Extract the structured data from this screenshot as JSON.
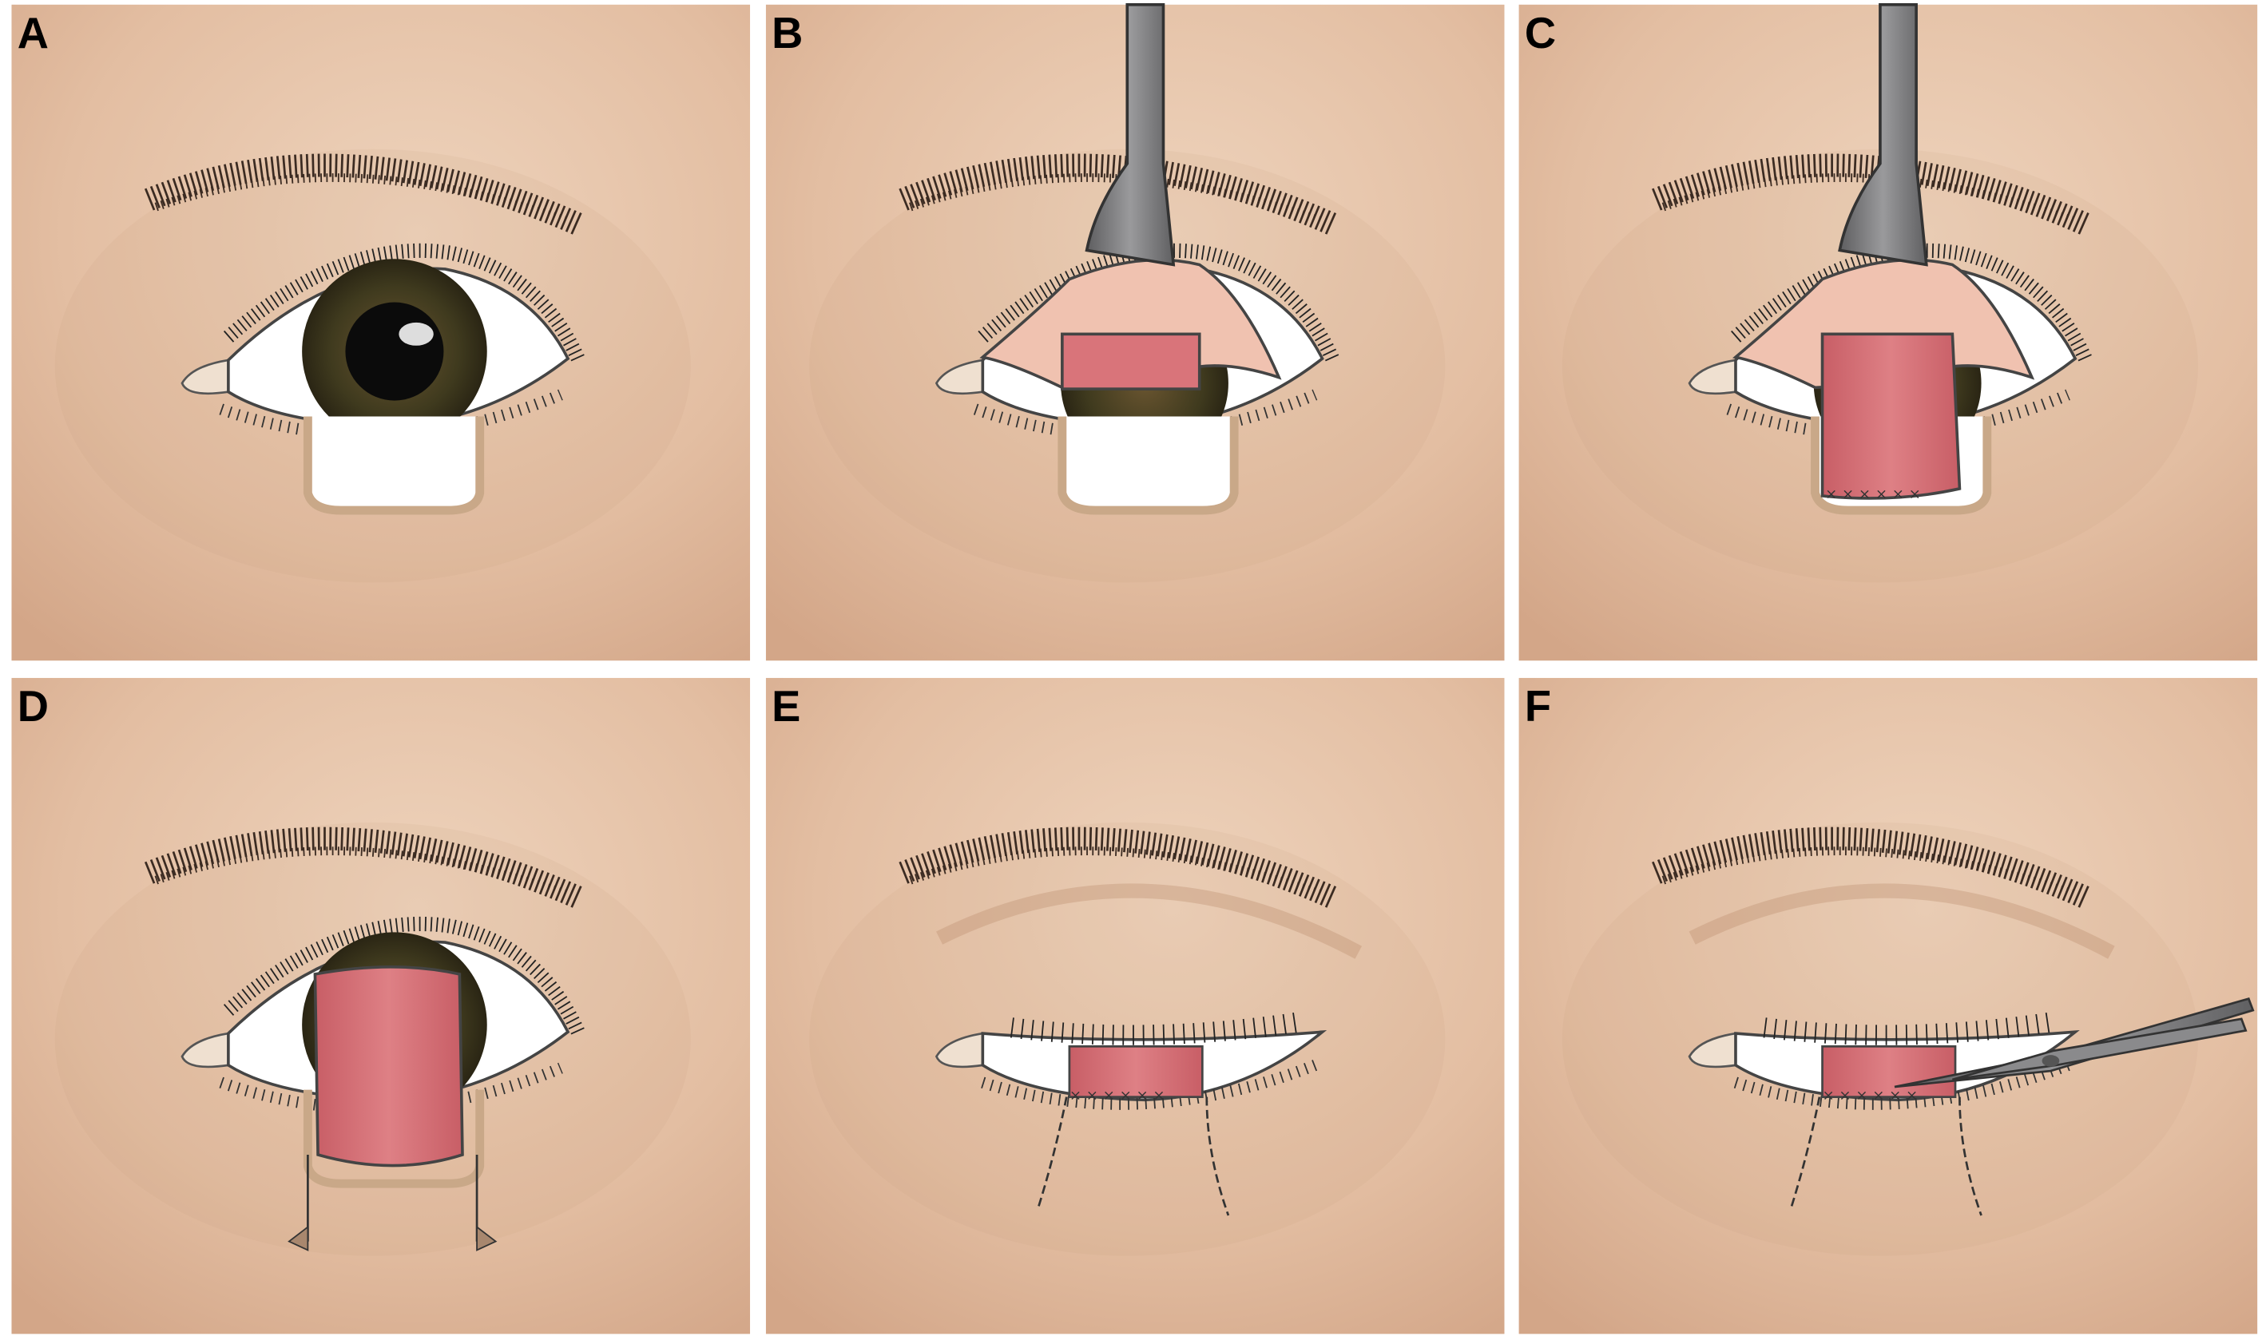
{
  "figure": {
    "panels": [
      {
        "label": "A"
      },
      {
        "label": "B"
      },
      {
        "label": "C"
      },
      {
        "label": "D"
      },
      {
        "label": "E"
      },
      {
        "label": "F"
      }
    ]
  },
  "colors": {
    "skin_light": "#ecd0b8",
    "skin_dark": "#d6aa8c",
    "graft_pink": "#d9747a",
    "flap_pink": "#f0c2b0",
    "instrument_gray": "#7d7d7f",
    "iris": "#4a3b22",
    "frame": "#c9a888"
  }
}
